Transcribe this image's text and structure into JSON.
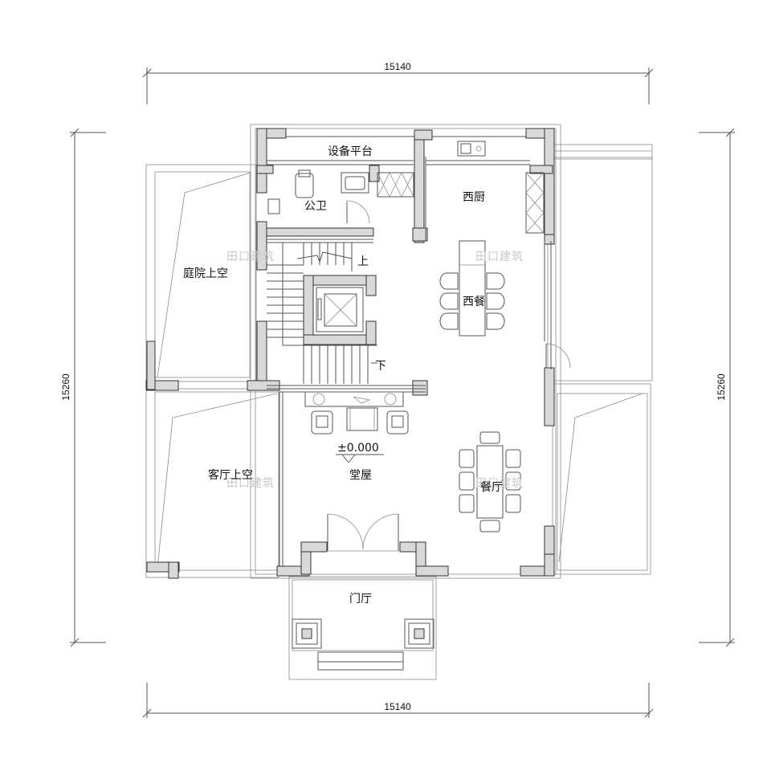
{
  "dimensions": {
    "top": "15140",
    "bottom": "15140",
    "left": "15260",
    "right": "15260"
  },
  "rooms": {
    "equipment_platform": "设备平台",
    "public_toilet": "公卫",
    "western_kitchen": "西厨",
    "western_dining": "西餐",
    "courtyard_void": "庭院上空",
    "living_void": "客厅上空",
    "main_hall": "堂屋",
    "dining_room": "餐厅",
    "entrance_hall": "门厅"
  },
  "stairs": {
    "up": "上",
    "down": "下"
  },
  "elevation": "±0.000",
  "watermark": "田口建筑"
}
